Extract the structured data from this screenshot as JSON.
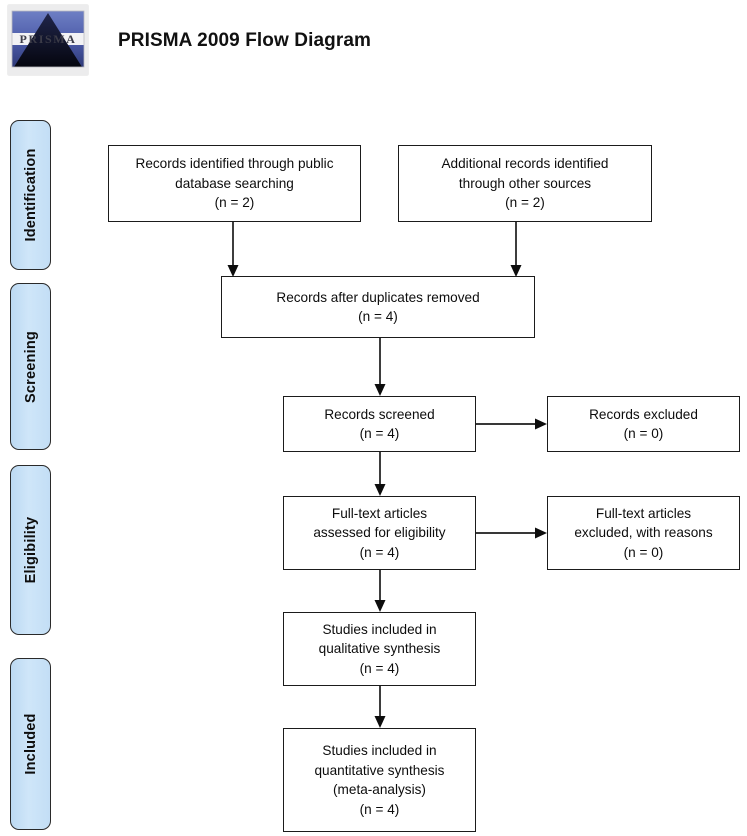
{
  "document": {
    "title": "PRISMA 2009 Flow Diagram",
    "logo_text": "PRISMA",
    "logo_alt": "prisma-triangle-logo"
  },
  "colors": {
    "phase_tab_fill": "#c9e2f7",
    "phase_tab_border": "#2a2a2a",
    "box_fill": "#ffffff",
    "box_border": "#1b1b1b",
    "text": "#0d0d0d",
    "page_background": "#ffffff"
  },
  "phases": [
    {
      "id": "identification",
      "label": "Identification"
    },
    {
      "id": "screening",
      "label": "Screening"
    },
    {
      "id": "eligibility",
      "label": "Eligibility"
    },
    {
      "id": "included",
      "label": "Included"
    }
  ],
  "boxes": [
    {
      "id": "records-identified-database",
      "line1": "Records identified through public",
      "line2": "database searching",
      "count_label": "(n = 2)",
      "text": "Records identified through public\ndatabase searching\n(n = 2)",
      "n": 2
    },
    {
      "id": "additional-records-other-sources",
      "line1": "Additional records identified",
      "line2": "through other sources",
      "count_label": "(n = 2)",
      "text": "Additional records identified\nthrough other sources\n(n = 2)",
      "n": 2
    },
    {
      "id": "records-after-duplicates-removed",
      "line1": "Records after duplicates removed",
      "count_label": "(n = 4)",
      "text": "Records after duplicates removed\n(n = 4)",
      "n": 4
    },
    {
      "id": "records-screened",
      "line1": "Records screened",
      "count_label": "(n = 4)",
      "text": "Records screened\n(n = 4)",
      "n": 4
    },
    {
      "id": "records-excluded",
      "line1": "Records excluded",
      "count_label": "(n = 0)",
      "text": "Records excluded\n(n = 0)",
      "n": 0
    },
    {
      "id": "full-text-assessed",
      "line1": "Full-text articles",
      "line2": "assessed for eligibility",
      "count_label": "(n = 4)",
      "text": "Full-text articles\nassessed for eligibility\n(n = 4)",
      "n": 4
    },
    {
      "id": "full-text-excluded",
      "line1": "Full-text articles",
      "line2": "excluded, with reasons",
      "count_label": "(n = 0)",
      "text": "Full-text articles\nexcluded, with reasons\n(n = 0)",
      "n": 0
    },
    {
      "id": "studies-qualitative",
      "line1": "Studies included in",
      "line2": "qualitative synthesis",
      "count_label": "(n = 4)",
      "text": "Studies included in\nqualitative synthesis\n(n = 4)",
      "n": 4
    },
    {
      "id": "studies-quantitative",
      "line1": "Studies included in",
      "line2": "quantitative synthesis",
      "line3": "(meta-analysis)",
      "count_label": "(n = 4)",
      "text": "Studies included in\nquantitative synthesis\n(meta-analysis)\n(n = 4)",
      "n": 4
    }
  ],
  "flow_edges": [
    {
      "id": "edge-database-to-duplicates",
      "from": "records-identified-database",
      "to": "records-after-duplicates-removed",
      "direction": "down"
    },
    {
      "id": "edge-other-to-duplicates",
      "from": "additional-records-other-sources",
      "to": "records-after-duplicates-removed",
      "direction": "down"
    },
    {
      "id": "edge-duplicates-to-screened",
      "from": "records-after-duplicates-removed",
      "to": "records-screened",
      "direction": "down"
    },
    {
      "id": "edge-screened-to-excluded",
      "from": "records-screened",
      "to": "records-excluded",
      "direction": "right"
    },
    {
      "id": "edge-screened-to-fulltext",
      "from": "records-screened",
      "to": "full-text-assessed",
      "direction": "down"
    },
    {
      "id": "edge-fulltext-to-excluded",
      "from": "full-text-assessed",
      "to": "full-text-excluded",
      "direction": "right"
    },
    {
      "id": "edge-fulltext-to-qualitative",
      "from": "full-text-assessed",
      "to": "studies-qualitative",
      "direction": "down"
    },
    {
      "id": "edge-qualitative-to-quantitative",
      "from": "studies-qualitative",
      "to": "studies-quantitative",
      "direction": "down"
    }
  ]
}
